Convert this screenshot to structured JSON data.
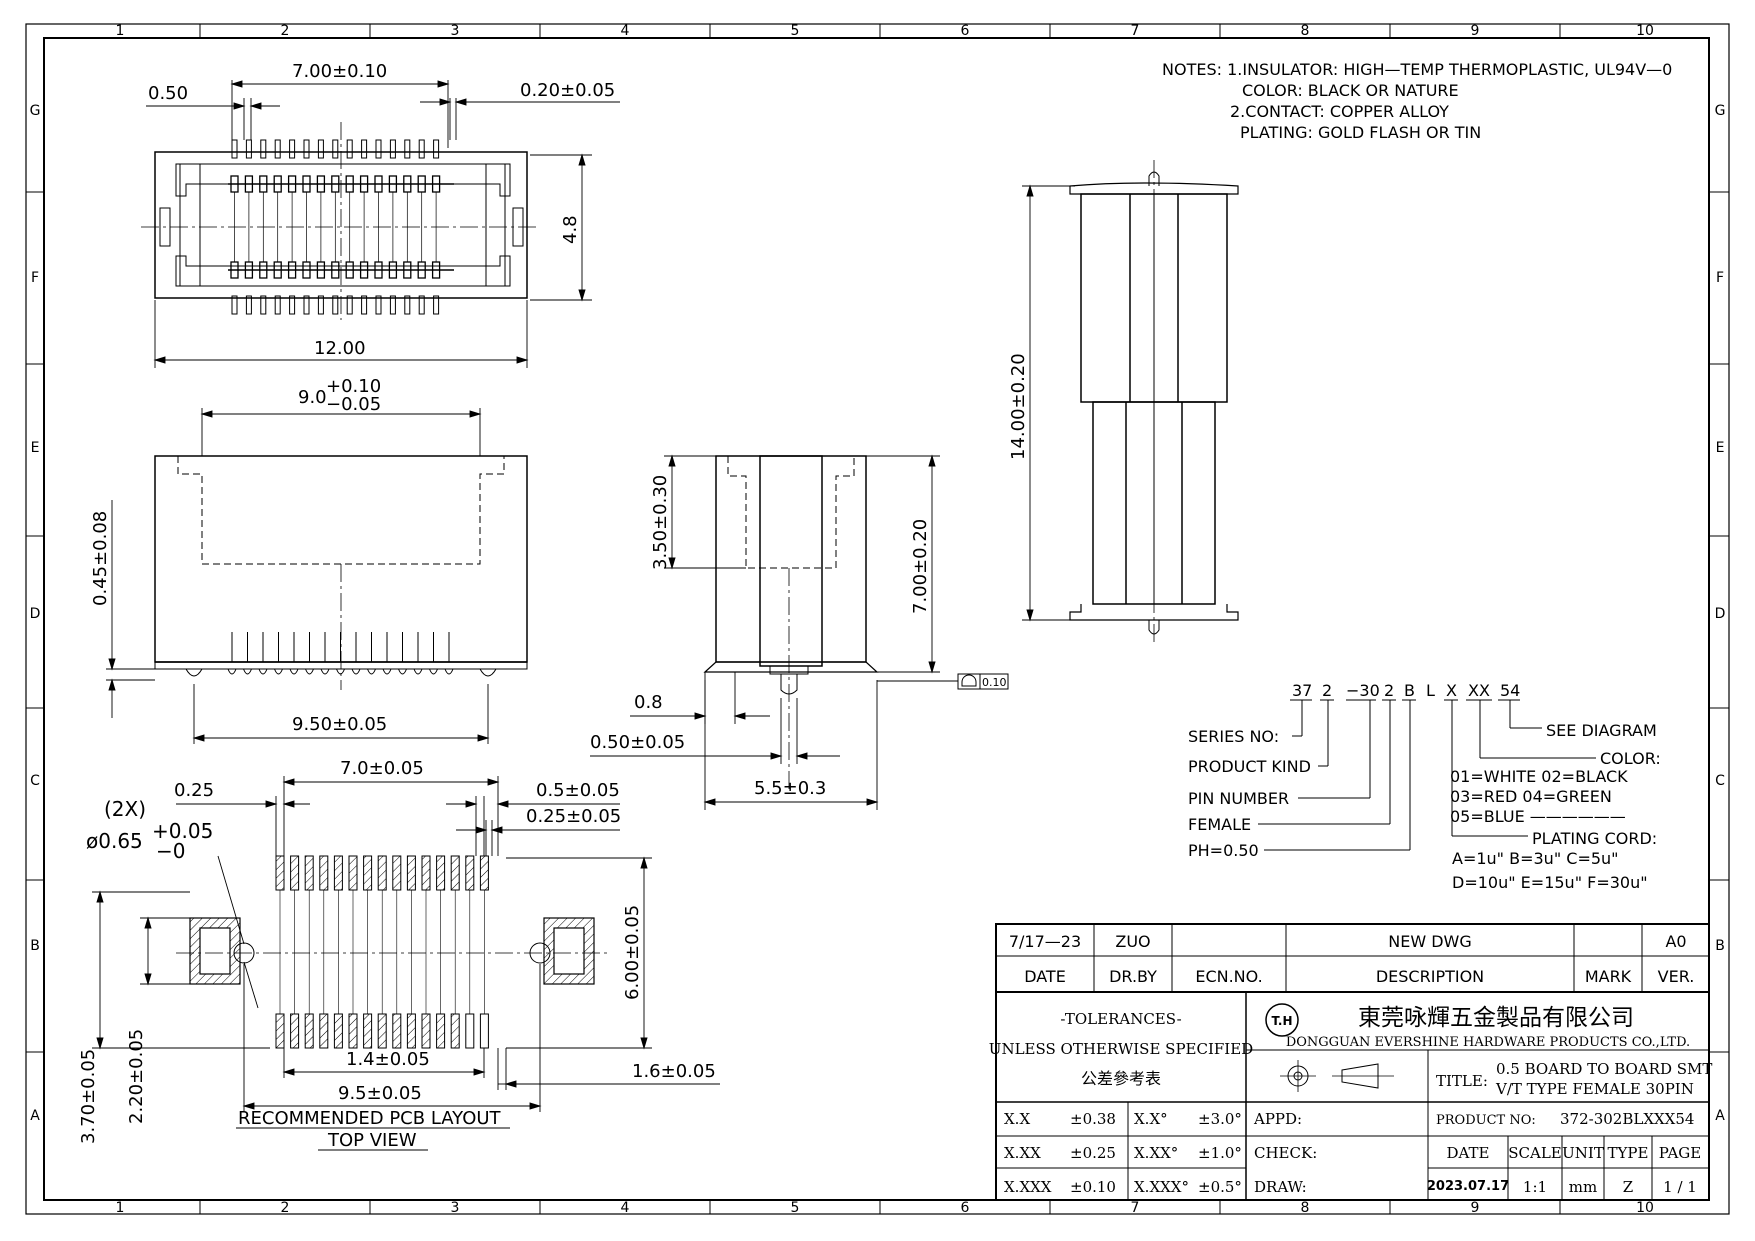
{
  "frame": {
    "columns": [
      "1",
      "2",
      "3",
      "4",
      "5",
      "6",
      "7",
      "8",
      "9",
      "10"
    ],
    "rows": [
      "G",
      "F",
      "E",
      "D",
      "C",
      "B",
      "A"
    ]
  },
  "notes": {
    "line1": "NOTES: 1.INSULATOR: HIGH—TEMP THERMOPLASTIC, UL94V—0",
    "line2": "COLOR: BLACK OR NATURE",
    "line3": "2.CONTACT: COPPER ALLOY",
    "line4": "PLATING: GOLD FLASH OR TIN"
  },
  "top_view": {
    "dim_pitch": "0.50",
    "dim_span": "7.00±0.10",
    "dim_pin_width": "0.20±0.05",
    "dim_height": "4.8",
    "dim_length": "12.00"
  },
  "front_view": {
    "dim_width_main": "9.0",
    "dim_tol_plus": "+0.10",
    "dim_tol_minus": "−0.05",
    "dim_standoff": "0.45±0.08",
    "dim_peg_span": "9.50±0.05"
  },
  "side_view": {
    "dim_upper": "3.50±0.30",
    "dim_height": "7.00±0.20",
    "dim_foot": "0.8",
    "dim_pin": "0.50±0.05",
    "dim_width": "5.5±0.3",
    "flatness_value": "0.10"
  },
  "mated_view": {
    "dim_height": "14.00±0.20"
  },
  "pcb_layout": {
    "dim_pad_width": "0.25",
    "dim_span": "7.0±0.05",
    "dim_pitch": "0.5±0.05",
    "dim_gap": "0.25±0.05",
    "hole_count": "(2X)",
    "hole_dia": "ø0.65",
    "hole_tol_plus": "+0.05",
    "hole_tol_minus": "−0",
    "dim_rows": "6.00±0.05",
    "dim_row_pitch": "1.4±0.05",
    "dim_peg_span": "9.5±0.05",
    "dim_pad_len": "1.6±0.05",
    "dim_side_a": "3.70±0.05",
    "dim_side_b": "2.20±0.05",
    "caption1": "RECOMMENDED PCB LAYOUT",
    "caption2": "TOP VIEW"
  },
  "part_number": {
    "codes": [
      "37",
      "2",
      "−30",
      "2",
      "B",
      "L",
      "X",
      "XX",
      "54"
    ],
    "series": "SERIES NO:",
    "kind": "PRODUCT KIND",
    "pins": "PIN NUMBER",
    "female": "FEMALE",
    "pitch": "PH=0.50",
    "see": "SEE DIAGRAM",
    "color_title": "COLOR:",
    "color_l1": "01=WHITE 02=BLACK",
    "color_l2": "03=RED 04=GREEN",
    "color_l3": "05=BLUE ——————",
    "plating_title": "PLATING CORD:",
    "plating_l1": "A=1u\"   B=3u\"   C=5u\"",
    "plating_l2": "D=10u\" E=15u\" F=30u\""
  },
  "title_block": {
    "rev_date": "7/17—23",
    "rev_by": "ZUO",
    "rev_desc": "NEW DWG",
    "rev_ver": "A0",
    "h_date": "DATE",
    "h_drby": "DR.BY",
    "h_ecn": "ECN.NO.",
    "h_desc": "DESCRIPTION",
    "h_mark": "MARK",
    "h_ver": "VER.",
    "tol_1": "-TOLERANCES-",
    "tol_2": "UNLESS OTHERWISE SPECIFIED",
    "tol_3": "公差參考表",
    "company_logo": "T.H",
    "company_cn": "東莞咏輝五金製品有限公司",
    "company_en": "DONGGUAN EVERSHINE HARDWARE PRODUCTS CO.,LTD.",
    "title_label": "TITLE:",
    "title_1": "0.5 BOARD TO BOARD SMT",
    "title_2": "V/T TYPE FEMALE 30PIN",
    "tol_rows": [
      {
        "a": "X.X",
        "b": "±0.38",
        "c": "X.X°",
        "d": "±3.0°"
      },
      {
        "a": "X.XX",
        "b": "±0.25",
        "c": "X.XX°",
        "d": "±1.0°"
      },
      {
        "a": "X.XXX",
        "b": "±0.10",
        "c": "X.XXX°",
        "d": "±0.5°"
      }
    ],
    "appd": "APPD:",
    "check": "CHECK:",
    "draw": "DRAW:",
    "product_label": "PRODUCT NO:",
    "product_no": "372-302BLXXX54",
    "col_date": "DATE",
    "col_scale": "SCALE",
    "col_unit": "UNIT",
    "col_type": "TYPE",
    "col_page": "PAGE",
    "val_date": "2023.07.17",
    "val_scale": "1:1",
    "val_unit": "mm",
    "val_type": "Z",
    "val_page": "1 / 1"
  }
}
